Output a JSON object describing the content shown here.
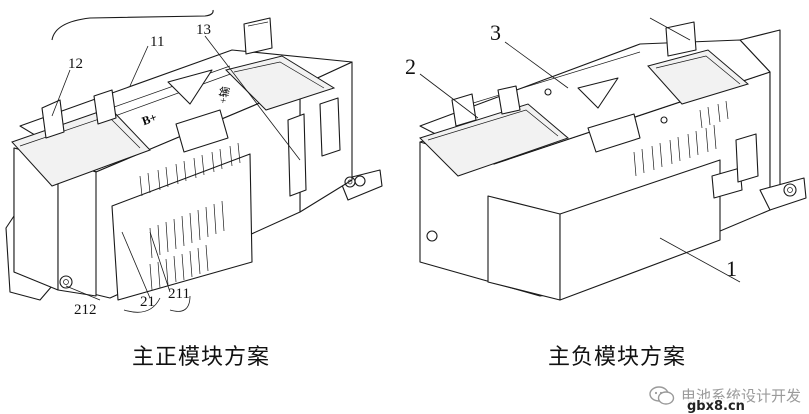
{
  "left_figure": {
    "callouts": [
      "12",
      "11",
      "13",
      "212",
      "21",
      "211"
    ],
    "pos_mark": "B+",
    "neg_mark": "+输"
  },
  "right_figure": {
    "callouts": [
      "2",
      "3",
      "1"
    ]
  },
  "captions": {
    "left": "主正模块方案",
    "right": "主负模块方案"
  },
  "watermark": {
    "text": "电池系统设计开发",
    "site": "gbx8.cn",
    "icon": "wechat-icon"
  }
}
